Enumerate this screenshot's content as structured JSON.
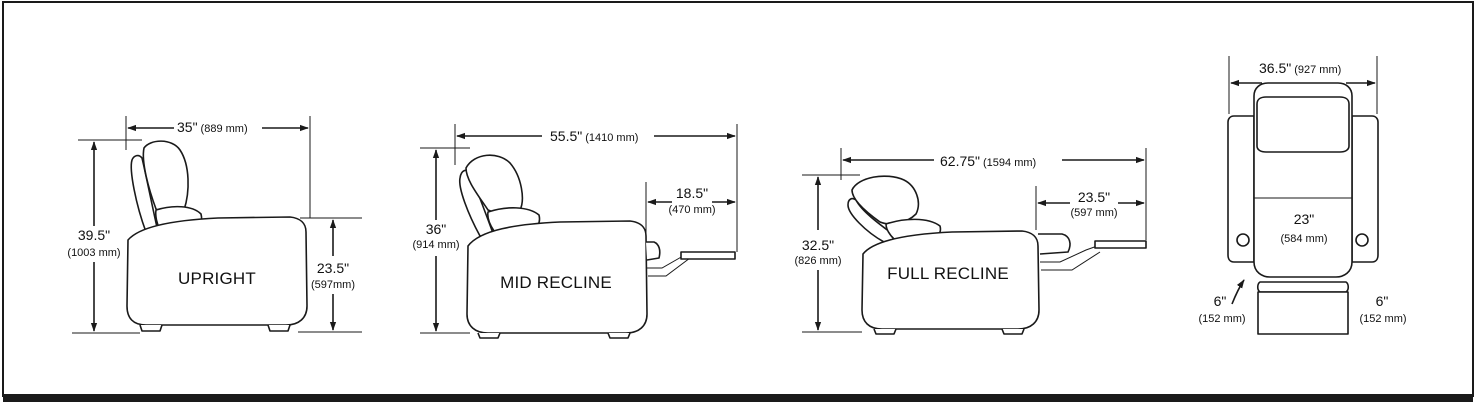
{
  "views": {
    "upright": {
      "name": "UPRIGHT",
      "width": {
        "in": "35\"",
        "mm": "(889 mm)"
      },
      "height": {
        "in": "39.5\"",
        "mm": "(1003 mm)"
      },
      "seat_height": {
        "in": "23.5\"",
        "mm": "(597mm)"
      }
    },
    "mid": {
      "name": "MID RECLINE",
      "length": {
        "in": "55.5\"",
        "mm": "(1410 mm)"
      },
      "height": {
        "in": "36\"",
        "mm": "(914 mm)"
      },
      "footrest": {
        "in": "18.5\"",
        "mm": "(470 mm)"
      }
    },
    "full": {
      "name": "FULL RECLINE",
      "length": {
        "in": "62.75\"",
        "mm": "(1594 mm)"
      },
      "height": {
        "in": "32.5\"",
        "mm": "(826 mm)"
      },
      "footrest": {
        "in": "23.5\"",
        "mm": "(597 mm)"
      }
    },
    "top": {
      "width": {
        "in": "36.5\"",
        "mm": "(927 mm)"
      },
      "seat_width": {
        "in": "23\"",
        "mm": "(584 mm)"
      },
      "left_arm": {
        "in": "6\"",
        "mm": "(152 mm)"
      },
      "right_arm": {
        "in": "6\"",
        "mm": "(152 mm)"
      }
    }
  }
}
